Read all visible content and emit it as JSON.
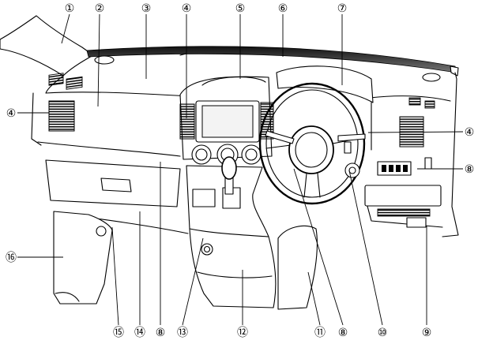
{
  "callouts": {
    "top": [
      "①",
      "②",
      "③",
      "④",
      "⑤",
      "⑥",
      "⑦"
    ],
    "left": [
      "④",
      "⑯"
    ],
    "right": [
      "④",
      "⑧"
    ],
    "bottom": [
      "⑮",
      "⑭",
      "⑧",
      "⑬",
      "⑫",
      "⑪",
      "⑧",
      "⑩",
      "⑨"
    ]
  },
  "colors": {
    "line": "#000000",
    "background": "#ffffff",
    "trim": "#2b2b2b"
  }
}
